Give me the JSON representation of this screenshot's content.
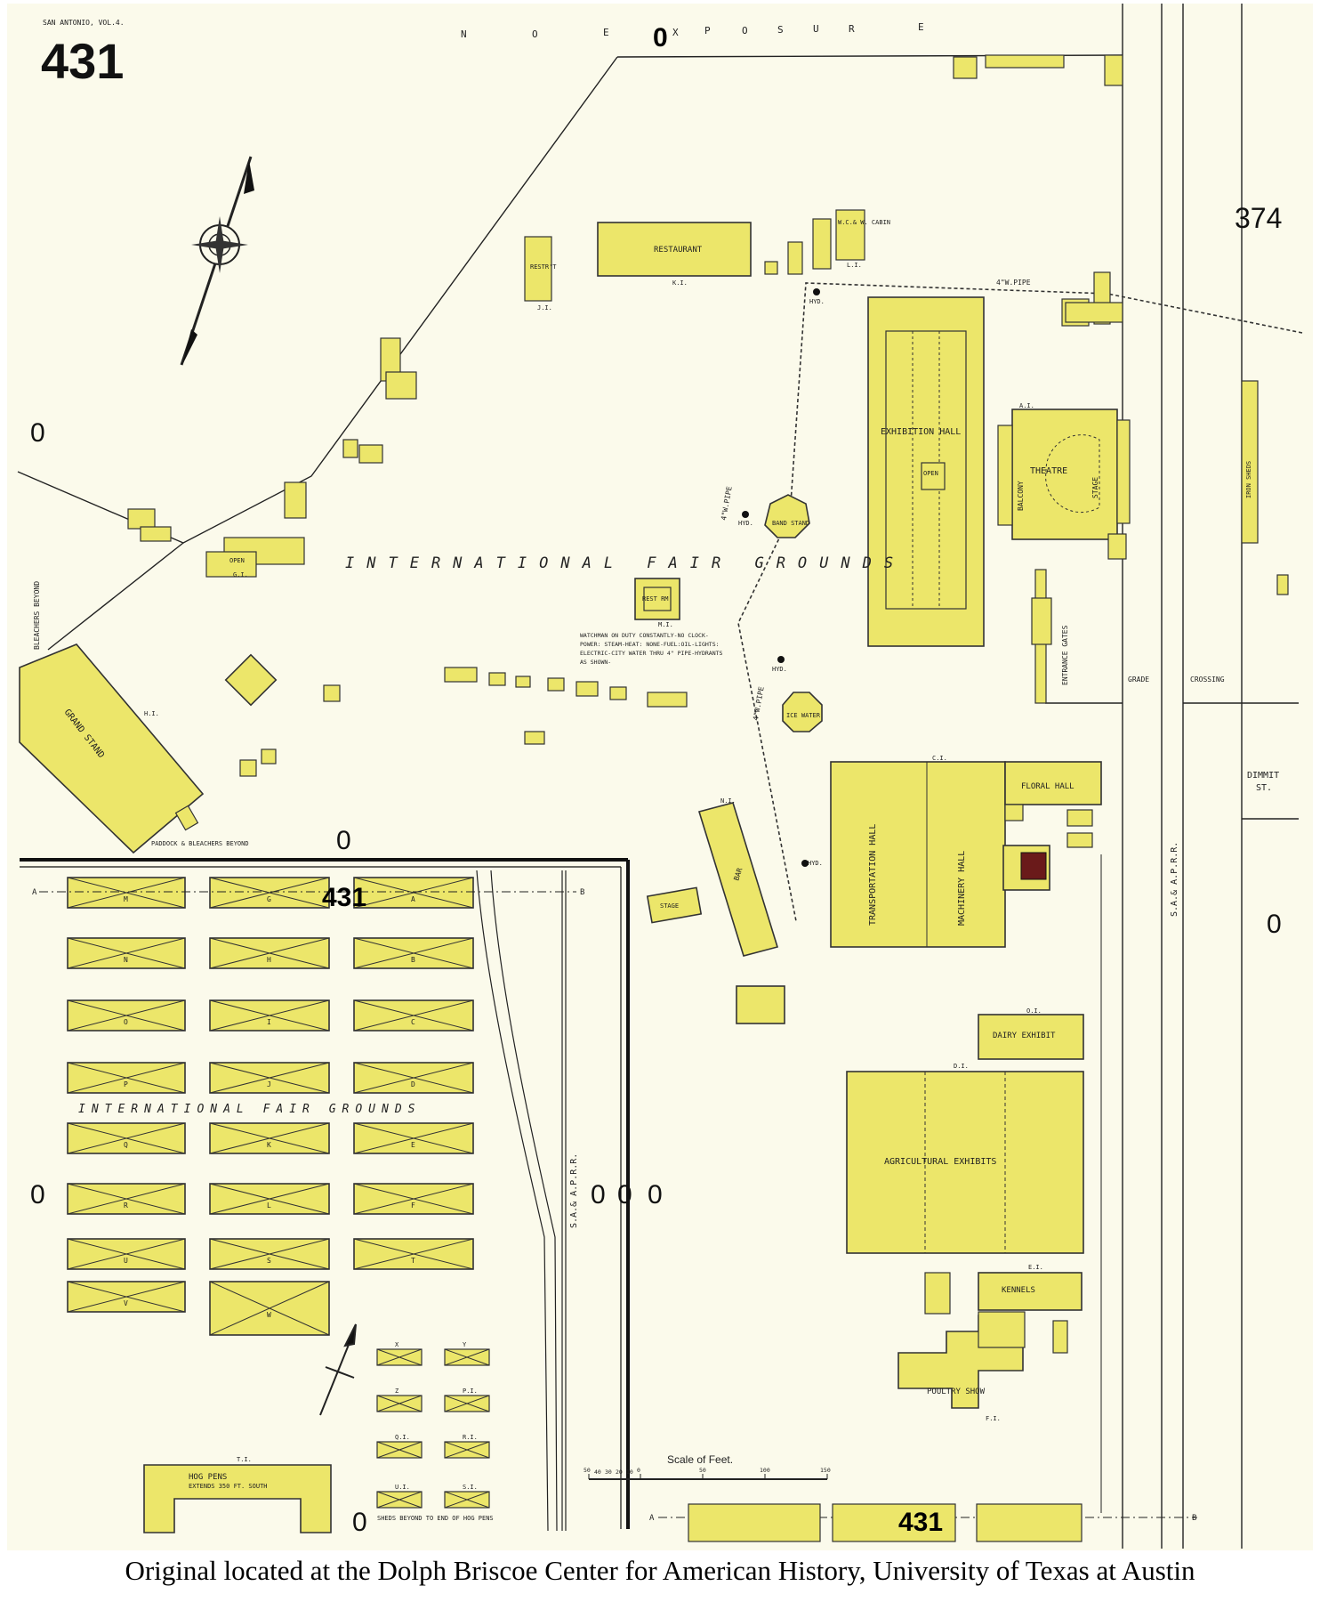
{
  "header": {
    "volume_note": "SAN ANTONIO, VOL.4.",
    "sheet_number": "431",
    "north_exposure": [
      "N",
      "O",
      "E",
      "X",
      "P",
      "O",
      "S",
      "U",
      "R",
      "E"
    ],
    "zero_mark": "0"
  },
  "adjacent_sheets": {
    "east": "374",
    "zeros": [
      "0",
      "0",
      "0",
      "0",
      "0",
      "0",
      "0",
      "0"
    ]
  },
  "areas": {
    "fair_grounds_top": "INTERNATIONAL FAIR GROUNDS",
    "fair_grounds_bottom": "INTERNATIONAL FAIR GROUNDS",
    "bleachers_beyond": "BLEACHERS BEYOND",
    "paddock": "PADDOCK & BLEACHERS BEYOND",
    "entrance_gates": "ENTRANCE GATES",
    "grade_crossing": [
      "GRADE",
      "CROSSING"
    ],
    "dimmit_st": [
      "DIMMIT",
      "ST."
    ],
    "railroad": "S.A.& A.P.R.R."
  },
  "buildings": {
    "restaurant": "RESTAURANT",
    "restr": "RESTR'T",
    "wc_cabin": "W.C.& W. CABIN",
    "exhibition_hall": "EXHIBITION HALL",
    "theatre": "THEATRE",
    "stage": "STAGE",
    "balcony": "BALCONY",
    "band_stand": "BAND STAND",
    "rest_rm": "REST RM",
    "ice_water": "ICE WATER",
    "grand_stand": "GRAND STAND",
    "open": "OPEN",
    "bar": "BAR",
    "stage_small": "STAGE",
    "transportation_hall": "TRANSPORTATION HALL",
    "machinery_hall": "MACHINERY HALL",
    "floral_hall": "FLORAL HALL",
    "dairy_exhibit": "DAIRY EXHIBIT",
    "agricultural_exhibits": "AGRICULTURAL EXHIBITS",
    "kennels": "KENNELS",
    "poultry_show": "POULTRY SHOW",
    "hog_pens": "HOG PENS",
    "hog_pens_note": "EXTENDS 350 FT. SOUTH",
    "sheds_note": "SHEDS BEYOND TO END OF HOG PENS",
    "wc": "W.C.",
    "iron_sheds": "IRON SHEDS"
  },
  "notes": {
    "watchman": [
      "WATCHMAN ON DUTY CONSTANTLY-NO CLOCK-",
      "POWER: STEAM-HEAT: NONE-FUEL:OIL-LIGHTS:",
      "ELECTRIC-CITY WATER THRU 4\" PIPE-HYDRANTS",
      "AS SHOWN-"
    ],
    "pipe": "4\"W.PIPE",
    "hyd": "HYD."
  },
  "sheds": {
    "col1": [
      "M",
      "N",
      "O",
      "P",
      "Q",
      "R",
      "U",
      "V"
    ],
    "col2": [
      "G",
      "H",
      "I",
      "J",
      "K",
      "L",
      "S",
      "W"
    ],
    "col3": [
      "A",
      "B",
      "C",
      "D",
      "E",
      "F",
      "T"
    ],
    "small": [
      "X",
      "Y",
      "Z",
      "P.I.",
      "Q.I.",
      "R.I.",
      "U.I.",
      "S.I."
    ]
  },
  "section_labels": {
    "A1": "A.I.",
    "C1": "C.I.",
    "D1": "D.I.",
    "E1": "E.I.",
    "F1": "F.I.",
    "G1": "G.I.",
    "H1": "H.I.",
    "J1": "J.I.",
    "K1": "K.I.",
    "L1": "L.I.",
    "M1": "M.I.",
    "N1": "N.I.",
    "O1": "O.I.",
    "T1": "T.I."
  },
  "scale": {
    "title": "Scale of Feet.",
    "ticks": [
      "50",
      "40",
      "30",
      "20",
      "10",
      "0",
      "50",
      "100",
      "150"
    ]
  },
  "section_line": {
    "a": "A",
    "b": "B",
    "number": "431"
  },
  "credit": "Original located at the Dolph Briscoe Center for American History, University of Texas at Austin",
  "colors": {
    "paper": "#fbfaeb",
    "building": "#ece66a",
    "ink": "#222222"
  }
}
